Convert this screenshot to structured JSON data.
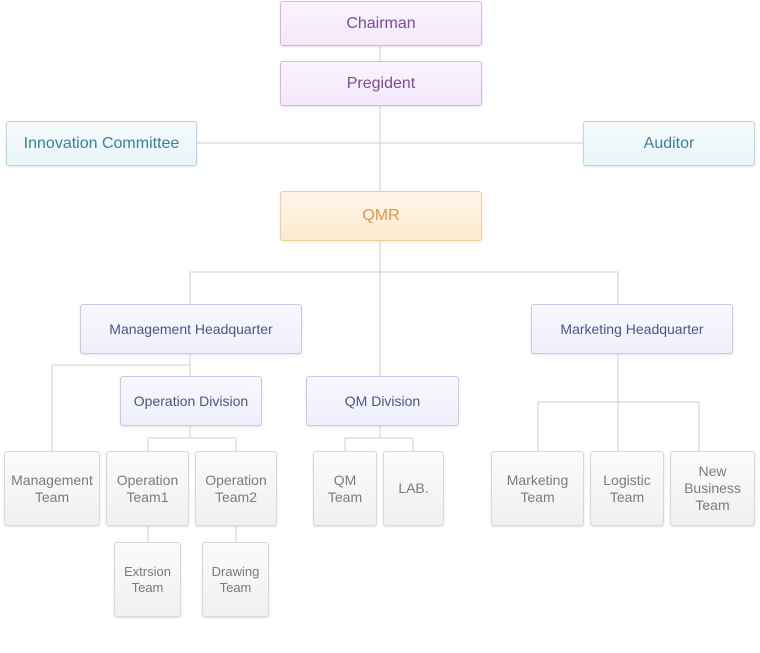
{
  "nodes": {
    "chairman": "Chairman",
    "pregident": "Pregident",
    "innovation_committee": "Innovation Committee",
    "auditor": "Auditor",
    "qmr": "QMR",
    "management_hq": "Management Headquarter",
    "marketing_hq": "Marketing Headquarter",
    "operation_division": "Operation Division",
    "qm_division": "QM Division",
    "management_team": "Management\nTeam",
    "operation_team1": "Operation\nTeam1",
    "operation_team2": "Operation\nTeam2",
    "qm_team": "QM\nTeam",
    "lab": "LAB.",
    "marketing_team": "Marketing\nTeam",
    "logistic_team": "Logistic\nTeam",
    "new_business_team": "New\nBusiness\nTeam",
    "extrsion_team": "Extrsion\nTeam",
    "drawing_team": "Drawing\nTeam"
  },
  "colors": {
    "executive": "#7a4e96",
    "committee": "#3d8095",
    "qmr": "#d89a4a",
    "division": "#4f5480",
    "team": "#7b7b7b",
    "connector": "#cfcfcf"
  }
}
